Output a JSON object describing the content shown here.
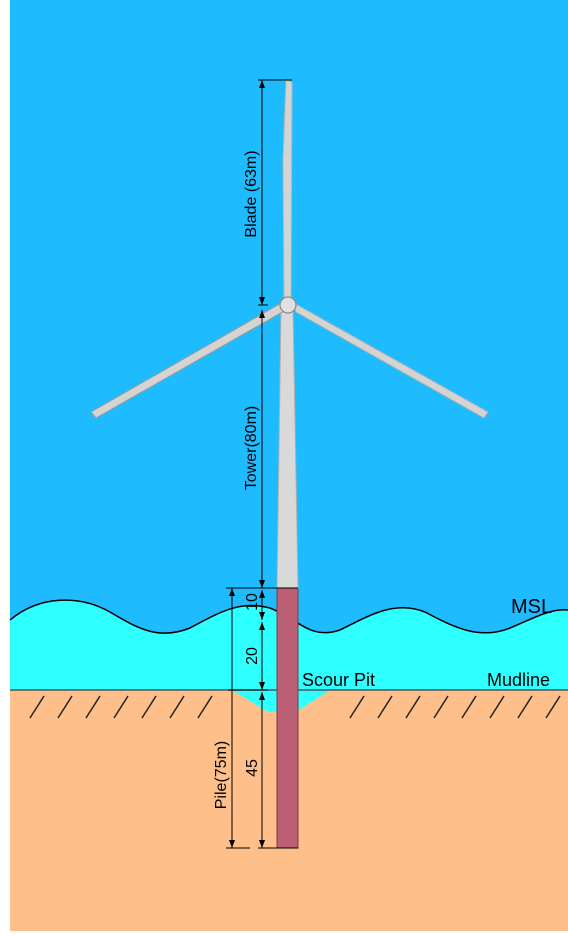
{
  "labels": {
    "blade": "Blade (63m)",
    "tower": "Tower(80m)",
    "pile": "Pile(75m)",
    "dim_10": "10",
    "dim_20": "20",
    "dim_45": "45",
    "msl": "MSL",
    "scour_pit": "Scour Pit",
    "mudline": "Mudline"
  },
  "colors": {
    "sky": "#1ebcff",
    "water": "#2effff",
    "soil": "#ffbf8a",
    "pile": "#bb5f75",
    "tower": "#d9d9d9",
    "blade": "#d4d4d4"
  }
}
